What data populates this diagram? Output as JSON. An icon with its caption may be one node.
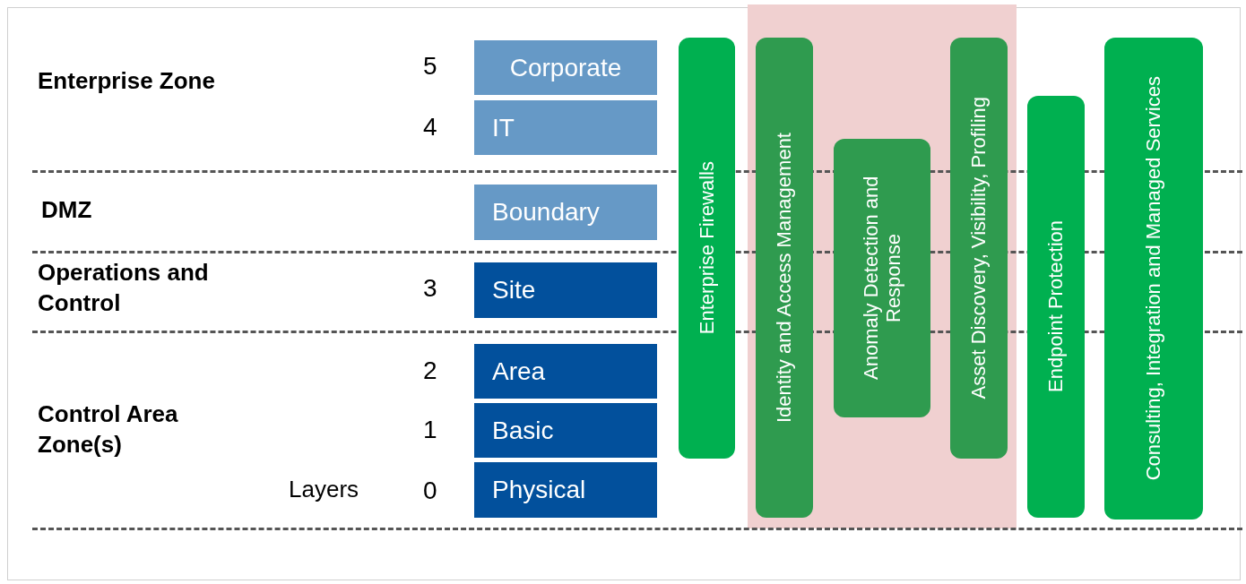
{
  "diagram": {
    "nodes": [
      {
        "text": [
          "Corporate"
        ]
      },
      {
        "text": [
          "IT"
        ]
      },
      {
        "text": [
          "Boundary"
        ]
      },
      {
        "text": [
          "Site"
        ]
      },
      {
        "text": [
          "Area"
        ]
      },
      {
        "text": [
          "Basic"
        ]
      },
      {
        "text": [
          "Physical"
        ]
      },
      {
        "text": [
          "Enterprise Firewalls"
        ]
      },
      {
        "text": [
          "Identity and Access Management"
        ]
      },
      {
        "text": [
          "Anomaly Detection and Response"
        ]
      },
      {
        "text": [
          "Asset Discovery, Visibility, Profiling"
        ]
      },
      {
        "text": [
          "Endpoint Protection"
        ]
      },
      {
        "text": [
          "Consulting, Integration and Managed Services"
        ]
      }
    ],
    "labels": [
      "Enterprise Zone",
      "5",
      "4",
      "DMZ",
      "Operations and Control",
      "3",
      "Control Area Zone(s)",
      "2",
      "1",
      "Layers",
      "0"
    ]
  }
}
